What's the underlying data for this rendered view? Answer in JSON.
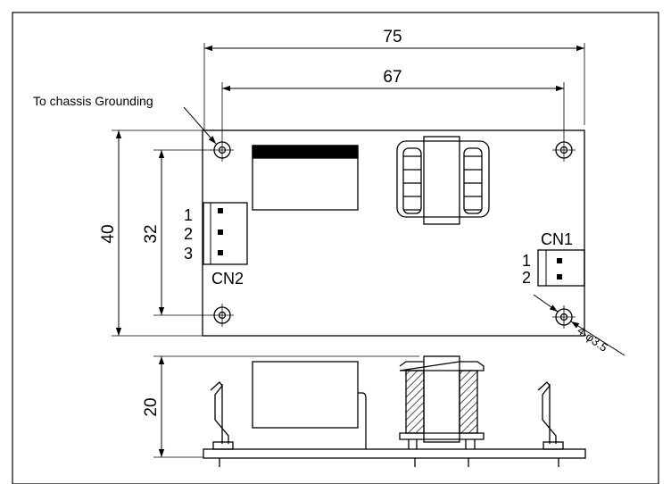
{
  "dimensions": {
    "width_75": "75",
    "width_67": "67",
    "height_40": "40",
    "height_32": "32",
    "height_20": "20",
    "hole_callout": "4-φ3.5"
  },
  "labels": {
    "ground_note": "To chassis Grounding",
    "cn1": "CN1",
    "cn2": "CN2",
    "cn1_pins": [
      "1",
      "2"
    ],
    "cn2_pins": [
      "1",
      "2",
      "3"
    ]
  }
}
